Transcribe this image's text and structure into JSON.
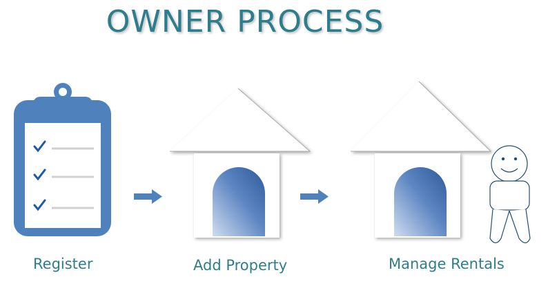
{
  "title": "OWNER PROCESS",
  "steps": [
    {
      "label": "Register",
      "icon": "clipboard-checklist-icon"
    },
    {
      "label": "Add Property",
      "icon": "house-icon"
    },
    {
      "label": "Manage Rentals",
      "icon": "house-with-person-icon"
    }
  ],
  "colors": {
    "title": "#2e7d8c",
    "clipboard": "#4f81bd",
    "arrow": "#4f81bd",
    "door_dark": "#2f5f9f",
    "door_light": "#c9d8ee"
  }
}
